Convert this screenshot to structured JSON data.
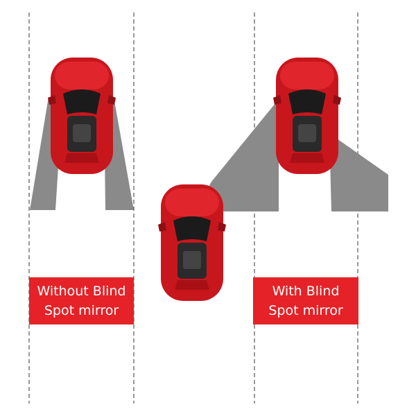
{
  "labels": {
    "without": [
      "Without Blind",
      "Spot mirror"
    ],
    "with": [
      "With Blind",
      "Spot mirror"
    ]
  },
  "colors": {
    "label_bg": "#e42227",
    "car_body": "#c8161d",
    "blind_zone": "#8a8a8a",
    "lane_line": "#333333"
  }
}
